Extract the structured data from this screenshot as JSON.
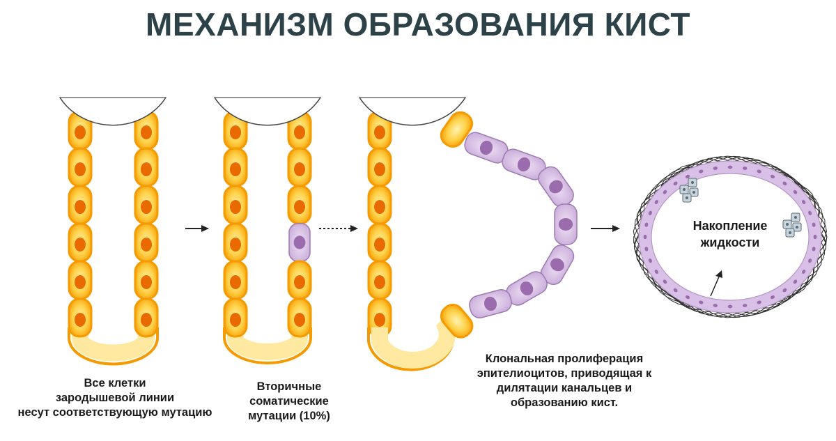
{
  "title": "МЕХАНИЗМ ОБРАЗОВАНИЯ КИСТ",
  "colors": {
    "normal_cell_outer": "#f59a00",
    "normal_cell_inner": "#ffd24a",
    "normal_cell_core": "#e86a00",
    "mutant_cell_fill": "#d9c0e6",
    "mutant_cell_stroke": "#9d7ab2",
    "mutant_nucleus": "#9a6cae",
    "title_color": "#2d4148"
  },
  "stages": [
    {
      "caption_lines": [
        "Все клетки",
        "зародышевой линии",
        "несут соответствующую мутацию"
      ]
    },
    {
      "caption_lines": [
        "Вторичные",
        "соматические",
        "мутации (10%)"
      ]
    },
    {
      "caption_lines": [
        "Клональная пролиферация",
        "эпителиоцитов, приводящая к",
        "дилятации канальцев и",
        "образованию кист."
      ]
    }
  ],
  "cyst_label_lines": [
    "Накопление",
    "жидкости"
  ]
}
